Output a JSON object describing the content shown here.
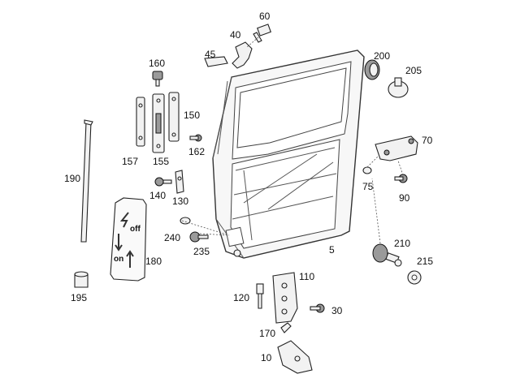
{
  "callouts": {
    "p60": "60",
    "p40": "40",
    "p45": "45",
    "p160": "160",
    "p150": "150",
    "p157": "157",
    "p155": "155",
    "p162": "162",
    "p190": "190",
    "p140": "140",
    "p130": "130",
    "p240": "240",
    "p235": "235",
    "p180": "180",
    "p195": "195",
    "p200": "200",
    "p205": "205",
    "p70": "70",
    "p75": "75",
    "p90": "90",
    "p5": "5",
    "p210": "210",
    "p215": "215",
    "p110": "110",
    "p120": "120",
    "p30": "30",
    "p170": "170",
    "p10": "10"
  },
  "sticker": {
    "off_text": "off",
    "on_text": "on"
  }
}
